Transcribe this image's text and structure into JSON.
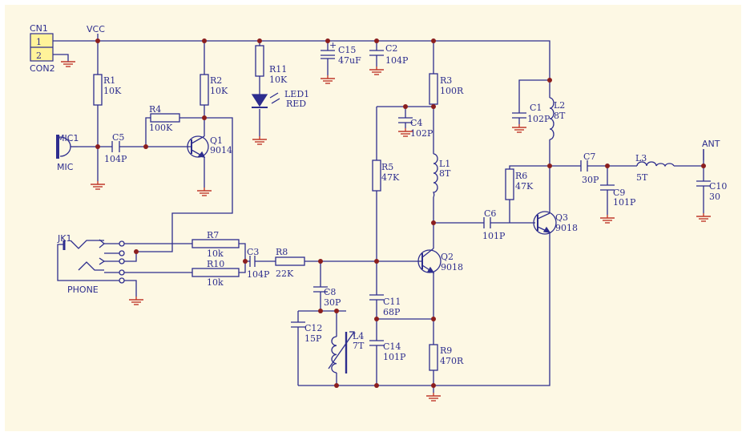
{
  "nets": {
    "vcc": "VCC",
    "ant": "ANT"
  },
  "connector": {
    "name": "CN1",
    "name2": "CON2",
    "pin1": "1",
    "pin2": "2"
  },
  "components": {
    "R1": {
      "ref": "R1",
      "value": "10K"
    },
    "R2": {
      "ref": "R2",
      "value": "10K"
    },
    "R3": {
      "ref": "R3",
      "value": "100R"
    },
    "R4": {
      "ref": "R4",
      "value": "100K"
    },
    "R5": {
      "ref": "R5",
      "value": "47K"
    },
    "R6": {
      "ref": "R6",
      "value": "47K"
    },
    "R7": {
      "ref": "R7",
      "value": "10k"
    },
    "R8": {
      "ref": "R8",
      "value": "22K"
    },
    "R9": {
      "ref": "R9",
      "value": "470R"
    },
    "R10": {
      "ref": "R10",
      "value": "10k"
    },
    "R11": {
      "ref": "R11",
      "value": "10K"
    },
    "C1": {
      "ref": "C1",
      "value": "102P"
    },
    "C2": {
      "ref": "C2",
      "value": "104P"
    },
    "C3": {
      "ref": "C3",
      "value": "104P"
    },
    "C4": {
      "ref": "C4",
      "value": "102P"
    },
    "C5": {
      "ref": "C5",
      "value": "104P"
    },
    "C6": {
      "ref": "C6",
      "value": "101P"
    },
    "C7": {
      "ref": "C7",
      "value": "30P"
    },
    "C8": {
      "ref": "C8",
      "value": "30P"
    },
    "C9": {
      "ref": "C9",
      "value": "101P"
    },
    "C10": {
      "ref": "C10",
      "value": "30"
    },
    "C11": {
      "ref": "C11",
      "value": "68P"
    },
    "C12": {
      "ref": "C12",
      "value": "15P"
    },
    "C14": {
      "ref": "C14",
      "value": "101P"
    },
    "C15": {
      "ref": "C15",
      "value": "47uF"
    },
    "L1": {
      "ref": "L1",
      "value": "8T"
    },
    "L2": {
      "ref": "L2",
      "value": "8T"
    },
    "L3": {
      "ref": "L3",
      "value": "5T"
    },
    "L4": {
      "ref": "L4",
      "value": "7T"
    },
    "Q1": {
      "ref": "Q1",
      "value": "9014"
    },
    "Q2": {
      "ref": "Q2",
      "value": "9018"
    },
    "Q3": {
      "ref": "Q3",
      "value": "9018"
    },
    "LED1": {
      "ref": "LED1",
      "value": "RED"
    },
    "MIC1": {
      "ref": "MIC1",
      "value": "MIC"
    },
    "JK1": {
      "ref": "JK1",
      "value": "PHONE"
    }
  },
  "colors": {
    "wire": "#2d2d8e",
    "ground": "#c0392b",
    "junction": "#8b1e1e",
    "background": "#fdf8e4"
  }
}
